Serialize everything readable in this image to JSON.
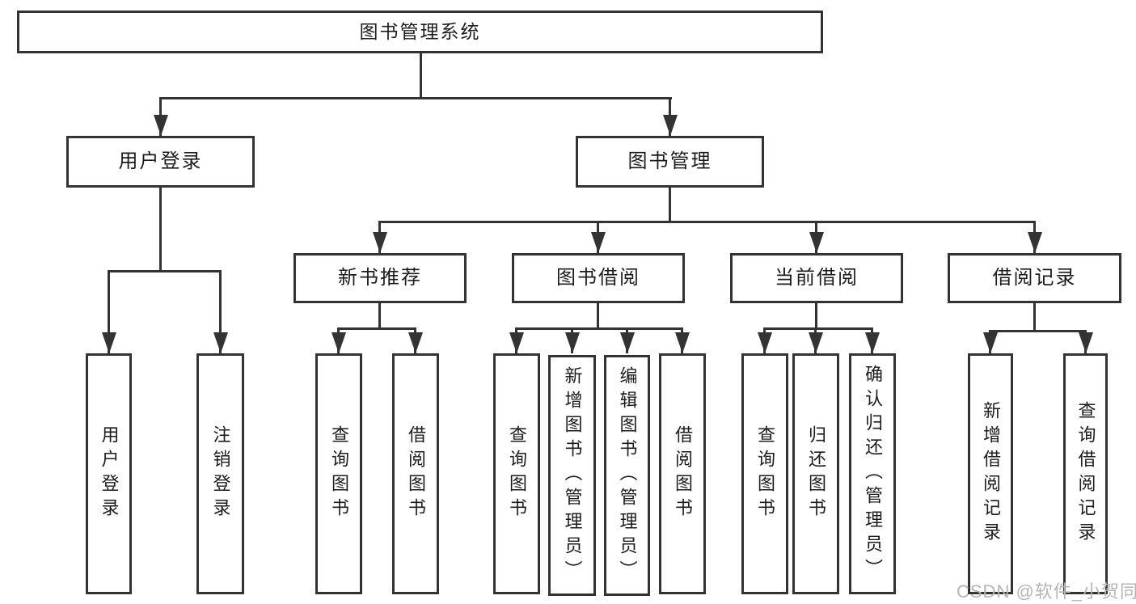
{
  "nodes": {
    "root": "图书管理系统",
    "login": "用户登录",
    "mgmt": "图书管理",
    "login_children": [
      "用户登录",
      "注销登录"
    ],
    "mgmt_children": [
      "新书推荐",
      "图书借阅",
      "当前借阅",
      "借阅记录"
    ],
    "new_book_children": [
      "查询图书",
      "借阅图书"
    ],
    "book_borrow_children": [
      "查询图书",
      "新增图书（管理员）",
      "编辑图书（管理员）",
      "借阅图书"
    ],
    "current_borrow_children": [
      "查询图书",
      "归还图书",
      "确认归还（管理员）"
    ],
    "borrow_record_children": [
      "新增借阅记录",
      "查询借阅记录"
    ]
  },
  "watermark": "CSDN @软件_小贺同学"
}
